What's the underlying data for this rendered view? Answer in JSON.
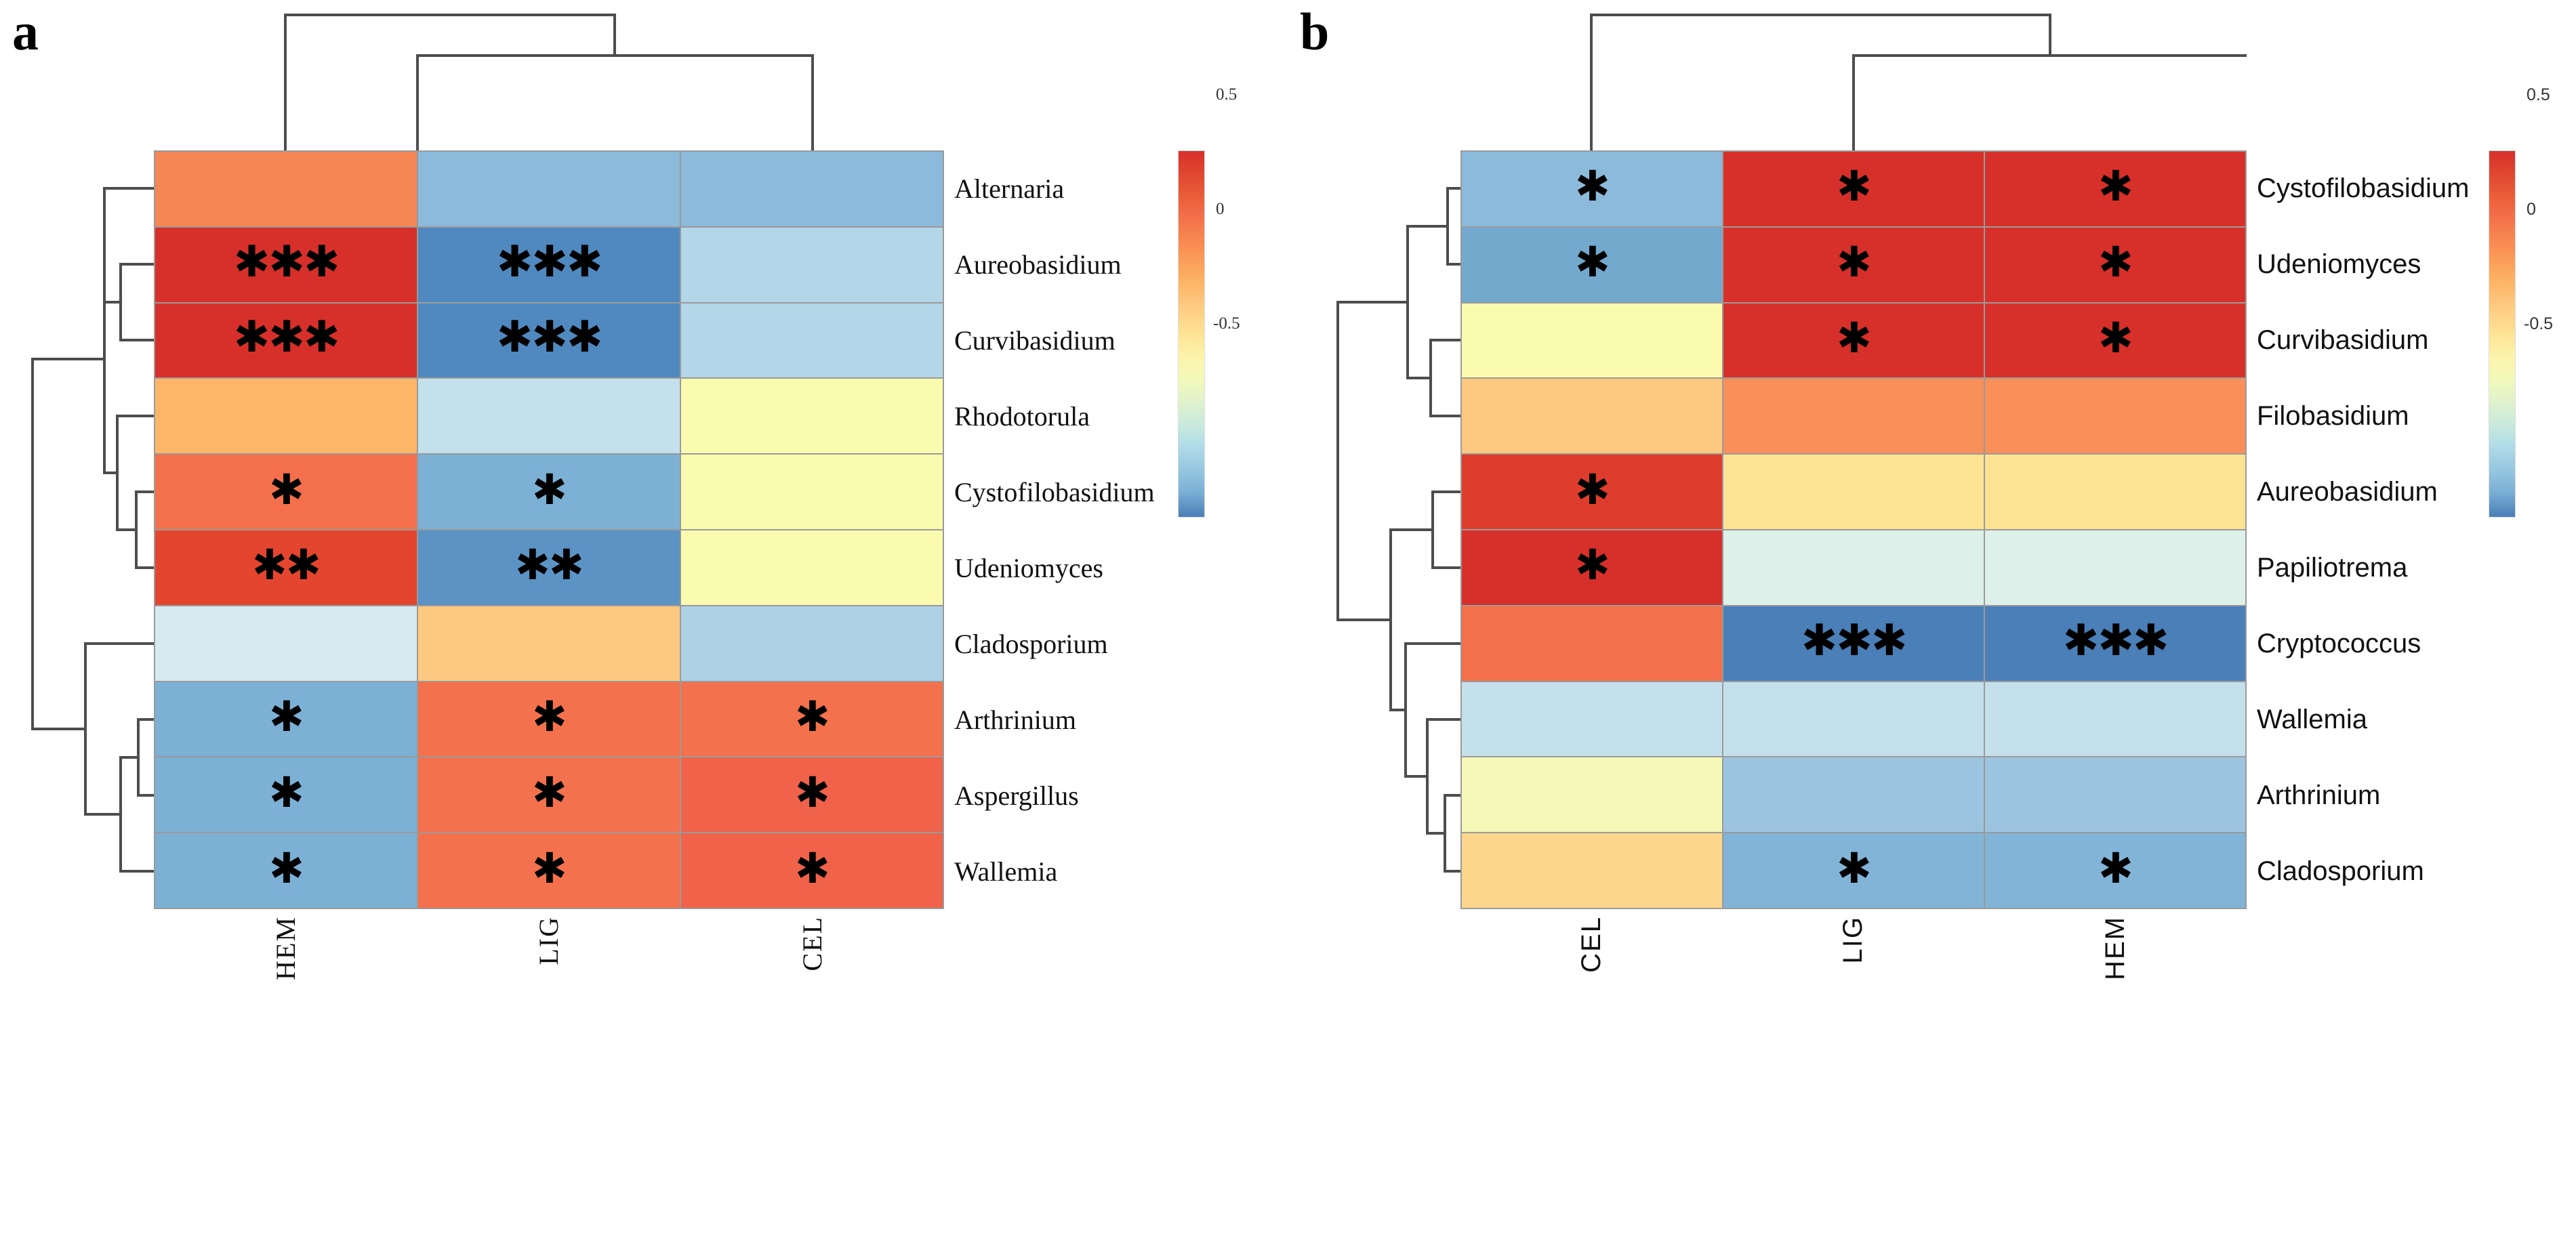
{
  "figure": {
    "panels": [
      {
        "letter": "a",
        "columns": [
          "HEM",
          "LIG",
          "CEL"
        ],
        "rows": [
          "Alternaria",
          "Aureobasidium",
          "Curvibasidium",
          "Rhodotorula",
          "Cystofilobasidium",
          "Udeniomyces",
          "Cladosporium",
          "Arthrinium",
          "Aspergillus",
          "Wallemia"
        ],
        "colorbar": {
          "ticks": [
            "0.5",
            "0",
            "-0.5"
          ],
          "max": 0.8,
          "min": -0.8
        }
      },
      {
        "letter": "b",
        "columns": [
          "CEL",
          "LIG",
          "HEM"
        ],
        "rows": [
          "Cystofilobasidium",
          "Udeniomyces",
          "Curvibasidium",
          "Filobasidium",
          "Aureobasidium",
          "Papiliotrema",
          "Cryptococcus",
          "Wallemia",
          "Arthrinium",
          "Cladosporium"
        ],
        "colorbar": {
          "ticks": [
            "0.5",
            "0",
            "-0.5"
          ],
          "max": 0.8,
          "min": -0.8
        }
      }
    ]
  },
  "chart_data": [
    {
      "type": "heatmap",
      "panel": "a",
      "title": "",
      "xlabel": "",
      "ylabel": "",
      "x_categories": [
        "HEM",
        "LIG",
        "CEL"
      ],
      "y_categories": [
        "Alternaria",
        "Aureobasidium",
        "Curvibasidium",
        "Rhodotorula",
        "Cystofilobasidium",
        "Udeniomyces",
        "Cladosporium",
        "Arthrinium",
        "Aspergillus",
        "Wallemia"
      ],
      "zlim": [
        -0.8,
        0.8
      ],
      "colormap": "RdYlBu_r",
      "colorbar_ticks": [
        0.5,
        0,
        -0.5
      ],
      "values": [
        [
          0.42,
          -0.38,
          -0.38
        ],
        [
          0.76,
          -0.62,
          -0.28
        ],
        [
          0.76,
          -0.62,
          -0.28
        ],
        [
          0.33,
          -0.22,
          0.06
        ],
        [
          0.48,
          -0.36,
          0.07
        ],
        [
          0.62,
          -0.5,
          0.08
        ],
        [
          -0.12,
          0.3,
          -0.3
        ],
        [
          -0.4,
          0.46,
          0.48
        ],
        [
          -0.4,
          0.46,
          0.52
        ],
        [
          -0.4,
          0.46,
          0.52
        ]
      ],
      "colors": [
        [
          "#f58655",
          "#8cbadb",
          "#8cbadb"
        ],
        [
          "#d7302a",
          "#5089bf",
          "#b3d6e8"
        ],
        [
          "#d7302a",
          "#5089bf",
          "#b3d6e8"
        ],
        [
          "#fdb568",
          "#c4e0ec",
          "#fbfbb0"
        ],
        [
          "#f4704c",
          "#7cb0d5",
          "#fbfbb0"
        ],
        [
          "#e4452e",
          "#5b93c4",
          "#fbfbb0"
        ],
        [
          "#d6eaf1",
          "#fdc87f",
          "#aed1e6"
        ],
        [
          "#7cb0d5",
          "#f4714d",
          "#f4714d"
        ],
        [
          "#7cb0d5",
          "#f4714d",
          "#f0624a"
        ],
        [
          "#7cb0d5",
          "#f4714d",
          "#f0624a"
        ]
      ],
      "significance": [
        [
          "",
          "",
          ""
        ],
        [
          "***",
          "***",
          ""
        ],
        [
          "***",
          "***",
          ""
        ],
        [
          "",
          "",
          ""
        ],
        [
          "*",
          "*",
          ""
        ],
        [
          "**",
          "**",
          ""
        ],
        [
          "",
          "",
          ""
        ],
        [
          "*",
          "*",
          "*"
        ],
        [
          "*",
          "*",
          "*"
        ],
        [
          "*",
          "*",
          "*"
        ]
      ]
    },
    {
      "type": "heatmap",
      "panel": "b",
      "title": "",
      "xlabel": "",
      "ylabel": "",
      "x_categories": [
        "CEL",
        "LIG",
        "HEM"
      ],
      "y_categories": [
        "Cystofilobasidium",
        "Udeniomyces",
        "Curvibasidium",
        "Filobasidium",
        "Aureobasidium",
        "Papiliotrema",
        "Cryptococcus",
        "Wallemia",
        "Arthrinium",
        "Cladosporium"
      ],
      "zlim": [
        -0.8,
        0.8
      ],
      "colormap": "RdYlBu_r",
      "colorbar_ticks": [
        0.5,
        0,
        -0.5
      ],
      "values": [
        [
          -0.38,
          0.74,
          0.74
        ],
        [
          -0.46,
          0.74,
          0.74
        ],
        [
          0.06,
          0.74,
          0.74
        ],
        [
          0.25,
          0.4,
          0.4
        ],
        [
          0.72,
          0.17,
          0.17
        ],
        [
          0.76,
          -0.06,
          -0.06
        ],
        [
          0.46,
          -0.62,
          -0.62
        ],
        [
          -0.28,
          -0.28,
          -0.28
        ],
        [
          0.02,
          -0.34,
          -0.34
        ],
        [
          0.2,
          -0.42,
          -0.42
        ]
      ],
      "colors": [
        [
          "#8cbadb",
          "#d7302a",
          "#d7302a"
        ],
        [
          "#74a9ce",
          "#d7302a",
          "#d7302a"
        ],
        [
          "#fbfbb0",
          "#d7302a",
          "#d7302a"
        ],
        [
          "#fdc87f",
          "#f9905a",
          "#f9905a"
        ],
        [
          "#de3c2c",
          "#fee395",
          "#fee395"
        ],
        [
          "#d7302a",
          "#ddf0ea",
          "#ddf0ea"
        ],
        [
          "#f4704c",
          "#4a7fb8",
          "#4a7fb8"
        ],
        [
          "#c4e0ec",
          "#c4e0ec",
          "#c4e0ec"
        ],
        [
          "#f6f8b8",
          "#9cc4e0",
          "#9cc4e0"
        ],
        [
          "#fdd68d",
          "#82b4d8",
          "#82b4d8"
        ]
      ],
      "significance": [
        [
          "*",
          "*",
          "*"
        ],
        [
          "*",
          "*",
          "*"
        ],
        [
          "",
          "*",
          "*"
        ],
        [
          "",
          "",
          ""
        ],
        [
          "*",
          "",
          ""
        ],
        [
          "*",
          "",
          ""
        ],
        [
          "",
          "***",
          "***"
        ],
        [
          "",
          "",
          ""
        ],
        [
          "",
          "",
          ""
        ],
        [
          "",
          "*",
          "*"
        ]
      ]
    }
  ]
}
